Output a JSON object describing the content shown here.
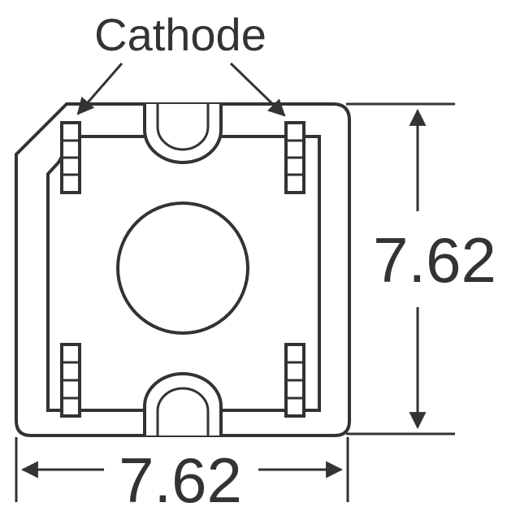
{
  "diagram": {
    "cathode_label": "Cathode",
    "height_dimension": "7.62",
    "width_dimension": "7.62",
    "line_color": "#333333",
    "background_color": "#ffffff"
  }
}
